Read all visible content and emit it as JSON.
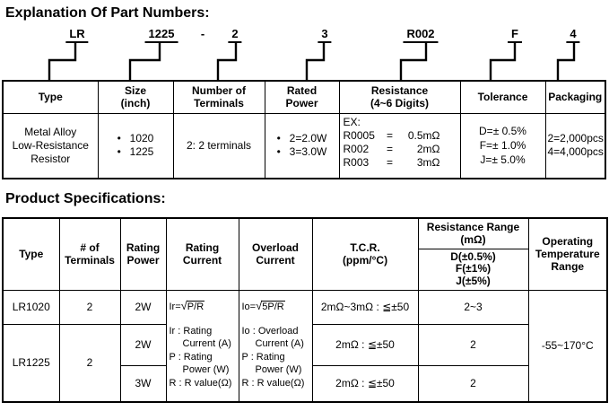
{
  "titles": {
    "part_numbers": "Explanation Of Part Numbers:",
    "product_specs": "Product Specifications:"
  },
  "part_number": {
    "segments": [
      "LR",
      "1225",
      "-",
      "2",
      "3",
      "R002",
      "F",
      "4"
    ]
  },
  "part_table": {
    "headers": {
      "type": [
        "Type"
      ],
      "size": [
        "Size",
        "(inch)"
      ],
      "terminals": [
        "Number of",
        "Terminals"
      ],
      "power": [
        "Rated",
        "Power"
      ],
      "resistance": [
        "Resistance",
        "(4~6 Digits)"
      ],
      "tolerance": [
        "Tolerance"
      ],
      "packaging": [
        "Packaging"
      ]
    },
    "body": {
      "bullet": "•",
      "type": [
        "Metal Alloy",
        "Low-Resistance",
        "Resistor"
      ],
      "size_options": [
        "1020",
        "1225"
      ],
      "terminals": "2: 2 terminals",
      "power_options": [
        "2=2.0W",
        "3=3.0W"
      ],
      "resistance_example_label": "EX:",
      "resistance_examples": [
        {
          "code": "R0005",
          "eq": "=",
          "value": "0.5mΩ"
        },
        {
          "code": "R002",
          "eq": "=",
          "value": "2mΩ"
        },
        {
          "code": "R003",
          "eq": "=",
          "value": "3mΩ"
        }
      ],
      "tolerance_options": [
        "D=± 0.5%",
        "F=± 1.0%",
        "J=± 5.0%"
      ],
      "packaging_options": [
        "2=2,000pcs",
        "4=4,000pcs"
      ]
    }
  },
  "spec_table": {
    "headers": {
      "type": [
        "Type"
      ],
      "terminals": [
        "# of",
        "Terminals"
      ],
      "rating_power": [
        "Rating",
        "Power"
      ],
      "rating_current": [
        "Rating",
        "Current"
      ],
      "overload_current": [
        "Overload",
        "Current"
      ],
      "tcr": [
        "T.C.R.",
        "(ppm/°C)"
      ],
      "resistance_range_top": [
        "Resistance Range",
        "(mΩ)"
      ],
      "resistance_range_bottom": [
        "D(±0.5%)",
        "F(±1%)",
        "J(±5%)"
      ],
      "op_temp": [
        "Operating",
        "Temperature",
        "Range"
      ]
    },
    "rating_current_cell": {
      "formula_prefix": "Ir=",
      "radical": "√",
      "radicand": "P/R",
      "legend": [
        "Ir : Rating",
        "Current (A)",
        "P : Rating",
        "Power (W)",
        "R : R value(Ω)"
      ]
    },
    "overload_current_cell": {
      "formula_prefix": "Io=",
      "radical": "√",
      "radicand": "5P/R",
      "legend": [
        "Io : Overload",
        "Current (A)",
        "P : Rating",
        "Power (W)",
        "R : R value(Ω)"
      ]
    },
    "rows": [
      {
        "type": "LR1020",
        "terminals": "2",
        "power": "2W",
        "tcr": "2mΩ~3mΩ : ≦±50",
        "range": "2~3"
      },
      {
        "type": "LR1225",
        "terminals": "2",
        "power": "2W",
        "tcr": "2mΩ : ≦±50",
        "range": "2"
      },
      {
        "power": "3W",
        "tcr": "2mΩ : ≦±50",
        "range": "2"
      }
    ],
    "operating_temp": "-55~170°C"
  }
}
